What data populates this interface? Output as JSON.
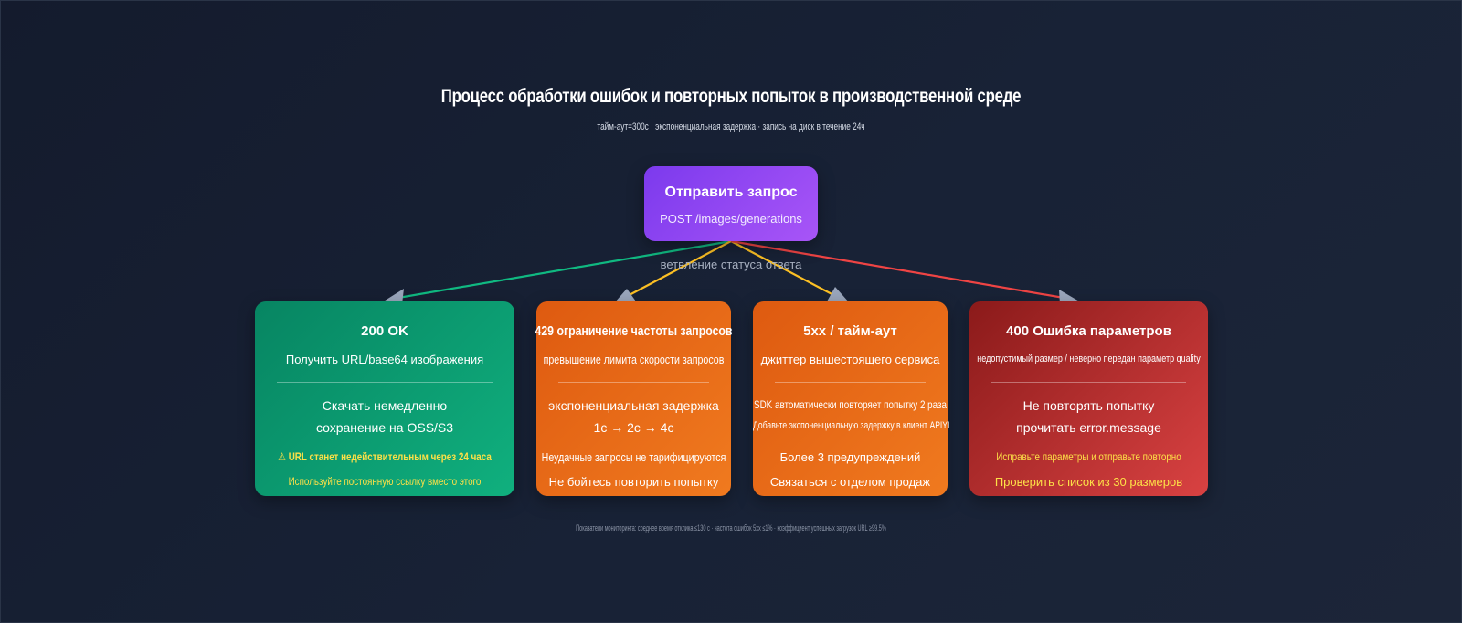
{
  "title": "Процесс обработки ошибок и повторных попыток в производственной среде",
  "subtitle": "тайм-аут=300с · экспоненциальная задержка · запись на диск в течение 24ч",
  "footer": "Показатели мониторинга: среднее время отклика ≤130 с · частота ошибок 5хх ≤1% · коэффициент успешных загрузок URL ≥99.5%",
  "root": {
    "title": "Отправить запрос",
    "endpoint": "POST /images/generations"
  },
  "branch_label": "ветвление статуса ответа",
  "cards": [
    {
      "heading": "200 OK",
      "detail": "Получить URL/base64 изображения",
      "action1": "Скачать немедленно",
      "action2": "сохранение на OSS/S3",
      "note1": "⚠ URL станет недействительным через 24 часа",
      "note2": "Используйте постоянную ссылку вместо этого"
    },
    {
      "heading": "429 ограничение частоты запросов",
      "detail": "превышение лимита скорости запросов",
      "action1": "экспоненциальная задержка",
      "action2": "1с → 2с → 4с",
      "note1": "Неудачные запросы не тарифицируются",
      "note2": "Не бойтесь повторить попытку"
    },
    {
      "heading": "5xx / тайм-аут",
      "detail": "джиттер вышестоящего сервиса",
      "action1": "SDK автоматически повторяет попытку 2 раза",
      "action2": "Добавьте экспоненциальную задержку в клиент APIYI",
      "note1": "Более 3 предупреждений",
      "note2": "Связаться с отделом продаж"
    },
    {
      "heading": "400 Ошибка параметров",
      "detail": "недопустимый размер / неверно передан параметр quality",
      "action1": "Не повторять попытку",
      "action2": "прочитать error.message",
      "note1": "Исправьте параметры и отправьте повторно",
      "note2": "Проверить список из 30 размеров"
    }
  ],
  "colors": {
    "root": "#8b45f0",
    "success": "#0f9d73",
    "rate_limit": "#e8691a",
    "server_error": "#e8691a",
    "client_error": "#c03535",
    "link_success": "#10b981",
    "link_warn": "#fbbf24",
    "link_error": "#ef4444",
    "note_warn": "#fde047"
  }
}
